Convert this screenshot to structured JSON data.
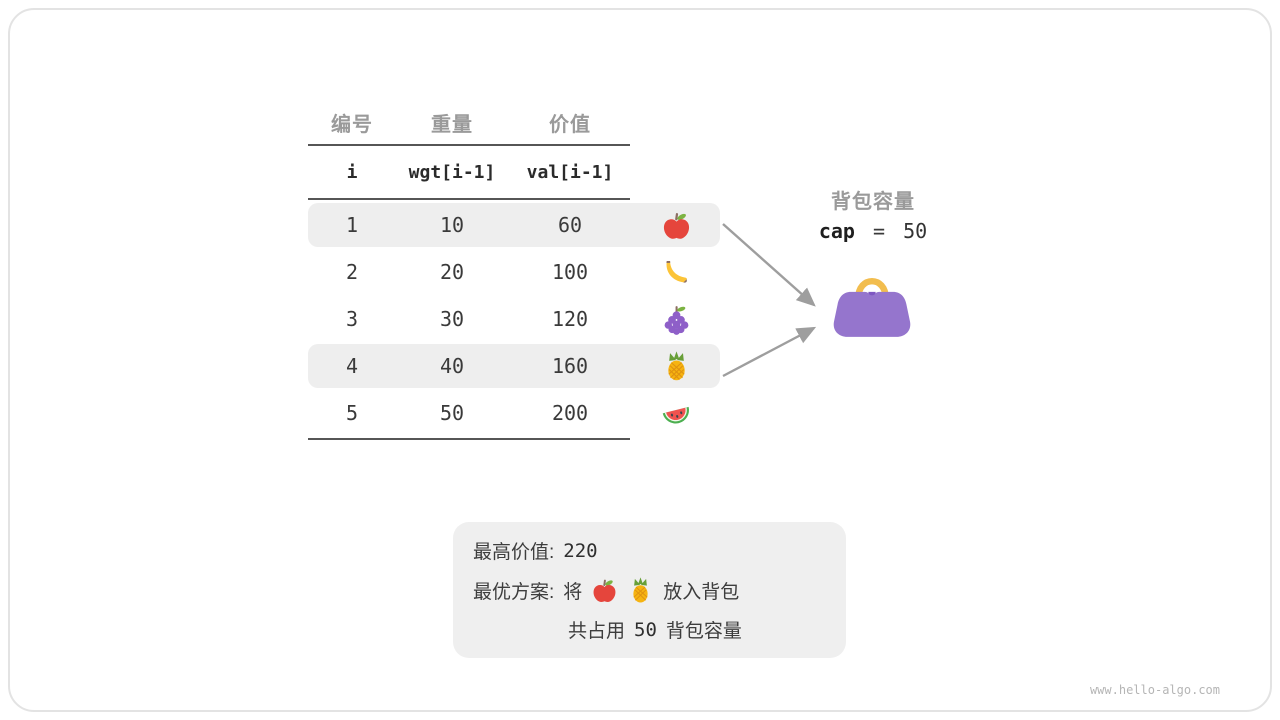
{
  "table": {
    "headers": [
      "编号",
      "重量",
      "价值"
    ],
    "subheaders": [
      "i",
      "wgt[i-1]",
      "val[i-1]"
    ],
    "rows": [
      {
        "i": "1",
        "wgt": "10",
        "val": "60",
        "icon": "apple-icon",
        "highlighted": true
      },
      {
        "i": "2",
        "wgt": "20",
        "val": "100",
        "icon": "banana-icon",
        "highlighted": false
      },
      {
        "i": "3",
        "wgt": "30",
        "val": "120",
        "icon": "grapes-icon",
        "highlighted": false
      },
      {
        "i": "4",
        "wgt": "40",
        "val": "160",
        "icon": "pineapple-icon",
        "highlighted": true
      },
      {
        "i": "5",
        "wgt": "50",
        "val": "200",
        "icon": "watermelon-icon",
        "highlighted": false
      }
    ]
  },
  "knapsack": {
    "label": "背包容量",
    "cap_keyword": "cap",
    "cap_equals": "=",
    "cap_value": "50",
    "icon": "handbag-icon"
  },
  "result": {
    "max_value_label": "最高价值:",
    "max_value": "220",
    "plan_label": "最优方案:",
    "plan_prefix": "将",
    "plan_icons": [
      "apple-icon",
      "pineapple-icon"
    ],
    "plan_suffix": "放入背包",
    "usage_prefix": "共占用",
    "usage_value": "50",
    "usage_suffix": "背包容量"
  },
  "footer": {
    "watermark": "www.hello-algo.com"
  },
  "colors": {
    "highlight_row": "#eeeeee",
    "table_line": "#565656",
    "heading_gray": "#9a9a9a",
    "arrow_gray": "#9e9e9e",
    "bag_purple": "#9575cd",
    "bag_handle_yellow": "#f2bd4e",
    "result_box_bg": "#efefef"
  }
}
